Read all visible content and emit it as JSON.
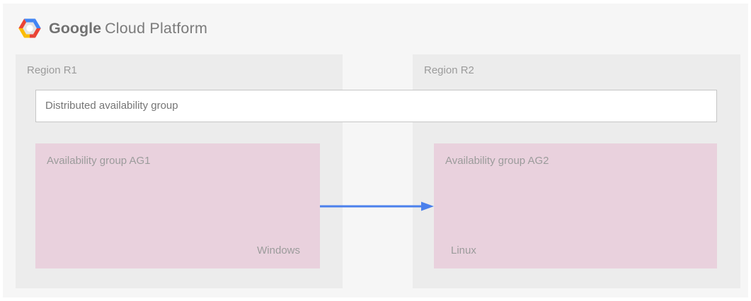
{
  "header": {
    "logo": {
      "google": "Google",
      "suffix": "Cloud Platform"
    }
  },
  "regions": [
    {
      "label": "Region R1"
    },
    {
      "label": "Region R2"
    }
  ],
  "distributed_group": {
    "label": "Distributed availability group"
  },
  "availability_groups": [
    {
      "label": "Availability group AG1",
      "os": "Windows"
    },
    {
      "label": "Availability group AG2",
      "os": "Linux"
    }
  ],
  "arrow": {
    "from": "Availability group AG1",
    "to": "Availability group AG2",
    "color": "#4a80ec"
  },
  "colors": {
    "canvas_background": "#f6f6f6",
    "region_background": "#ececec",
    "availability_group_background": "#e9d1dd",
    "distributed_group_border": "#c6c6c6",
    "label_gray": "#9b9b9b",
    "logo_text_gray": "#757575",
    "logo_red": "#ea4335",
    "logo_blue": "#4285f4",
    "logo_yellow": "#fbbc05"
  }
}
